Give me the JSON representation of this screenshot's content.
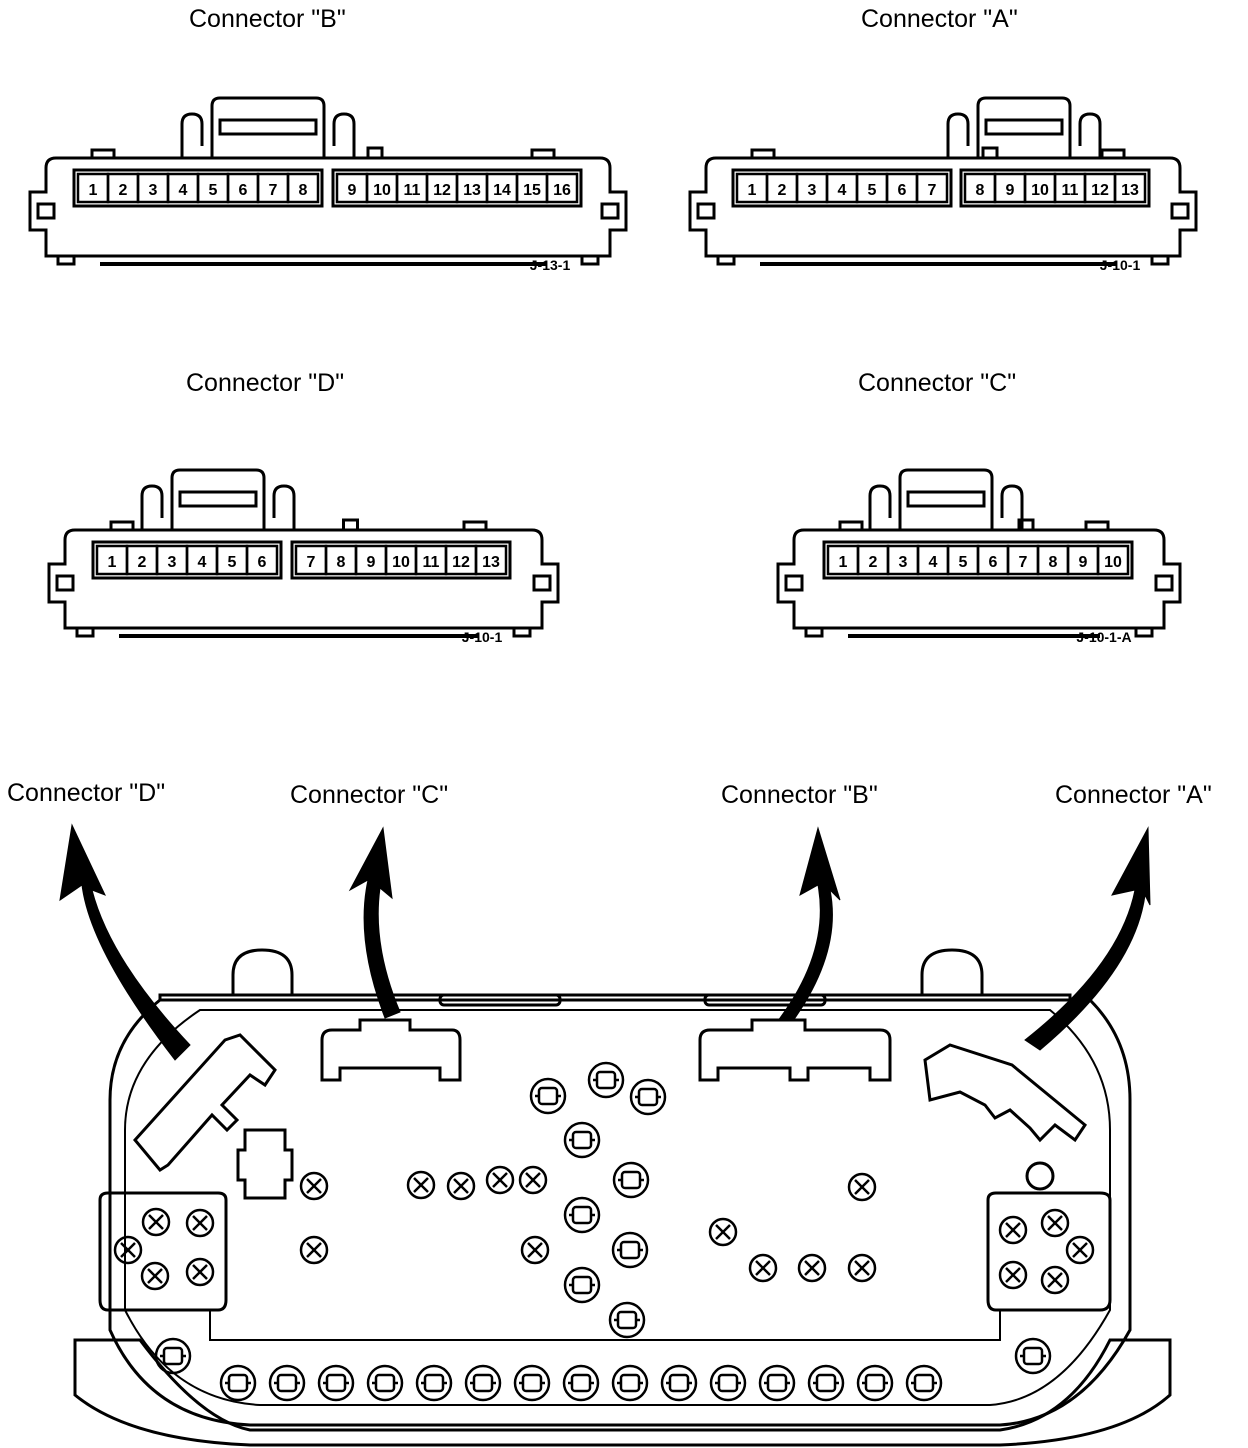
{
  "connector_views": [
    {
      "title": "Connector \"B\"",
      "code": "J-13-1",
      "pin_groups": [
        [
          "1",
          "2",
          "3",
          "4",
          "5",
          "6",
          "7",
          "8"
        ],
        [
          "9",
          "10",
          "11",
          "12",
          "13",
          "14",
          "15",
          "16"
        ]
      ]
    },
    {
      "title": "Connector \"A\"",
      "code": "J-10-1",
      "pin_groups": [
        [
          "1",
          "2",
          "3",
          "4",
          "5",
          "6",
          "7"
        ],
        [
          "8",
          "9",
          "10",
          "11",
          "12",
          "13"
        ]
      ]
    },
    {
      "title": "Connector \"D\"",
      "code": "J-10-1",
      "pin_groups": [
        [
          "1",
          "2",
          "3",
          "4",
          "5",
          "6"
        ],
        [
          "7",
          "8",
          "9",
          "10",
          "11",
          "12",
          "13"
        ]
      ]
    },
    {
      "title": "Connector \"C\"",
      "code": "J-10-1-A",
      "pin_groups": [
        [
          "1",
          "2",
          "3",
          "4",
          "5",
          "6",
          "7",
          "8",
          "9",
          "10"
        ]
      ]
    }
  ],
  "board": {
    "callouts": [
      "Connector \"D\"",
      "Connector \"C\"",
      "Connector \"B\"",
      "Connector \"A\""
    ]
  },
  "colors": {
    "line": "#000000",
    "background": "#ffffff"
  }
}
